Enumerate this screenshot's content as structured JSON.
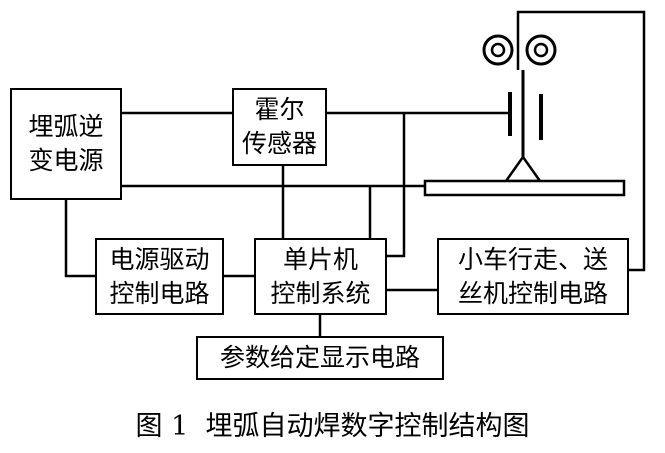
{
  "blocks": {
    "inverter": [
      "埋弧逆",
      "变电源"
    ],
    "hall_sensor": [
      "霍尔",
      "传感器"
    ],
    "power_drive": [
      "电源驱动",
      "控制电路"
    ],
    "mcu": [
      "单片机",
      "控制系统"
    ],
    "cart_wire": [
      "小车行走、送",
      "丝机控制电路"
    ],
    "param_display": [
      "参数给定显示电路"
    ]
  },
  "caption": {
    "number": "图 1",
    "title": "埋弧自动焊数字控制结构图"
  }
}
